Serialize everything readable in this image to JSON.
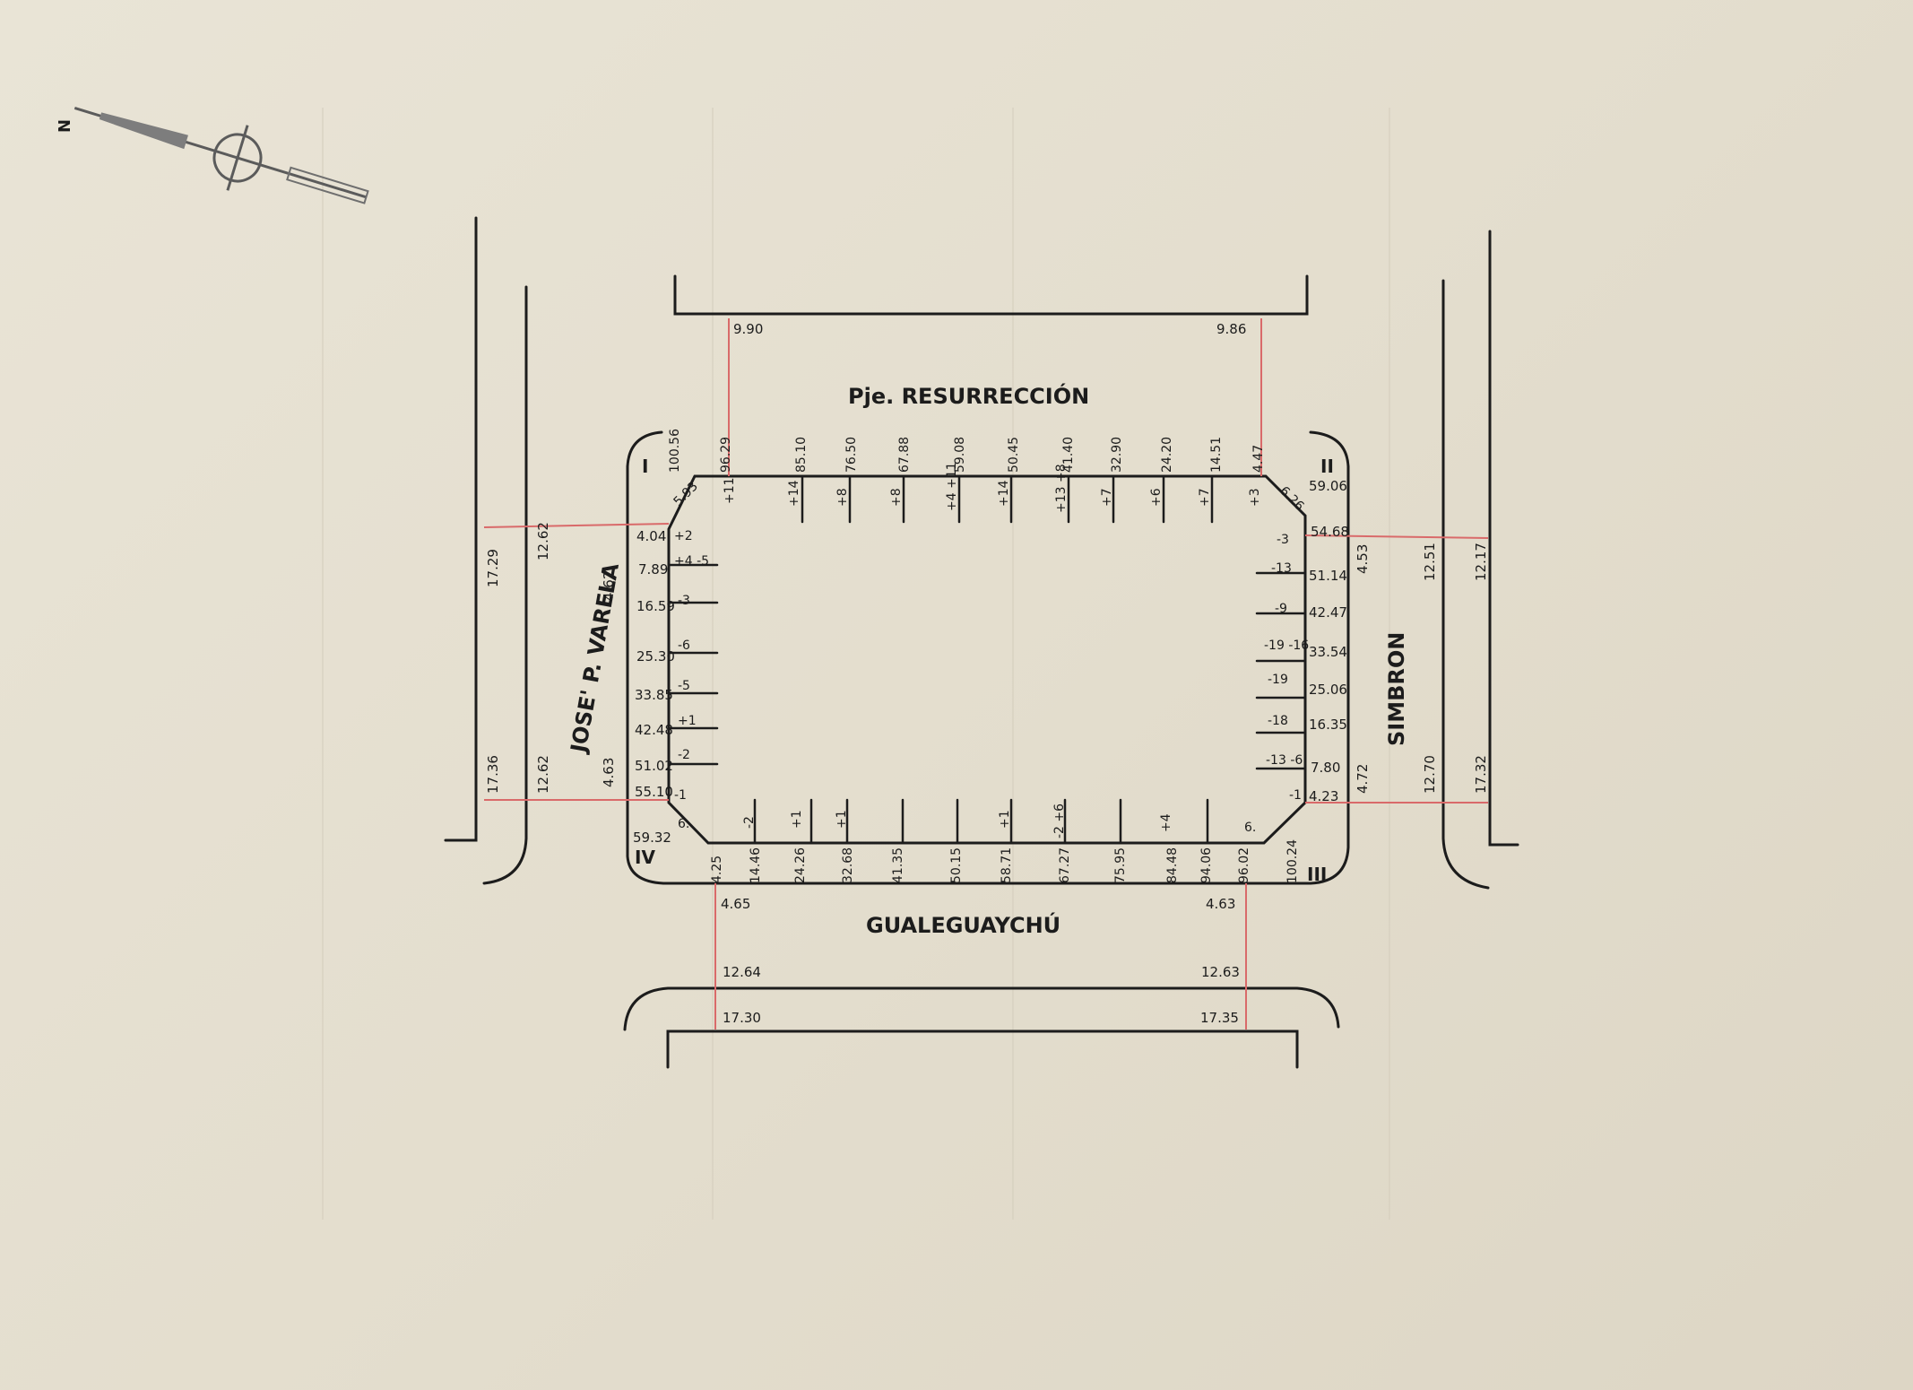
{
  "streets": {
    "north": "Pje. RESURRECCIÓN",
    "south": "GUALEGUAYCHÚ",
    "west": "JOSE' P. VARELA",
    "east": "SIMBRON"
  },
  "corners": {
    "c1": "I",
    "c2": "II",
    "c3": "III",
    "c4": "IV"
  },
  "compass": {
    "north_letter": "N"
  },
  "north_street": {
    "left_dist": "9.90",
    "right_dist": "9.86"
  },
  "south_street": {
    "left_465": "4.65",
    "right_463": "4.63",
    "left_1264": "12.64",
    "right_1263": "12.63",
    "left_1730": "17.30",
    "right_1735": "17.35"
  },
  "west_street": {
    "top_1729": "17.29",
    "top_1262": "12.62",
    "top_462": "4.62",
    "bot_1736": "17.36",
    "bot_1262": "12.62",
    "bot_463": "4.63"
  },
  "east_street": {
    "top_453": "4.53",
    "top_1251": "12.51",
    "top_1217": "12.17",
    "bot_472": "4.72",
    "bot_1270": "12.70",
    "bot_1732": "17.32"
  },
  "north_side": [
    {
      "pos": "100.56",
      "off": ""
    },
    {
      "pos": "96.29",
      "off": "+11"
    },
    {
      "pos": "85.10",
      "off": "+14"
    },
    {
      "pos": "76.50",
      "off": "+8"
    },
    {
      "pos": "67.88",
      "off": "+8"
    },
    {
      "pos": "59.08",
      "off": "+4 +11"
    },
    {
      "pos": "50.45",
      "off": "+14"
    },
    {
      "pos": "41.40",
      "off": "+13 +8"
    },
    {
      "pos": "32.90",
      "off": "+7"
    },
    {
      "pos": "24.20",
      "off": "+6"
    },
    {
      "pos": "14.51",
      "off": "+7"
    },
    {
      "pos": "4.47",
      "off": "+3"
    }
  ],
  "west_side": [
    {
      "pos": "4.04",
      "off": "+2"
    },
    {
      "pos": "7.89",
      "off": "+4 -5"
    },
    {
      "pos": "16.59",
      "off": "-3"
    },
    {
      "pos": "25.30",
      "off": "-6"
    },
    {
      "pos": "33.85",
      "off": "-5"
    },
    {
      "pos": "42.48",
      "off": "+1"
    },
    {
      "pos": "51.02",
      "off": "-2"
    },
    {
      "pos": "55.10",
      "off": "-1"
    },
    {
      "pos": "59.32",
      "off": ""
    }
  ],
  "east_side": [
    {
      "pos": "59.06",
      "off": ""
    },
    {
      "pos": "54.68",
      "off": "-3"
    },
    {
      "pos": "51.14",
      "off": "-13"
    },
    {
      "pos": "42.47",
      "off": "-9"
    },
    {
      "pos": "33.54",
      "off": "-19 -16"
    },
    {
      "pos": "25.06",
      "off": "-19"
    },
    {
      "pos": "16.35",
      "off": "-18"
    },
    {
      "pos": "7.80",
      "off": "-13 -6"
    },
    {
      "pos": "4.23",
      "off": "-1"
    }
  ],
  "south_side": [
    {
      "pos": "4.25",
      "off": ""
    },
    {
      "pos": "14.46",
      "off": "-2"
    },
    {
      "pos": "24.26",
      "off": "+1"
    },
    {
      "pos": "32.68",
      "off": "+1"
    },
    {
      "pos": "41.35",
      "off": ""
    },
    {
      "pos": "50.15",
      "off": ""
    },
    {
      "pos": "58.71",
      "off": "+1"
    },
    {
      "pos": "67.27",
      "off": "-2 +6"
    },
    {
      "pos": "75.95",
      "off": ""
    },
    {
      "pos": "84.48",
      "off": "+4"
    },
    {
      "pos": "94.06",
      "off": ""
    },
    {
      "pos": "96.02",
      "off": ""
    },
    {
      "pos": "100.24",
      "off": ""
    }
  ],
  "chamfers": {
    "c1": "5.93",
    "c2": "6.26",
    "c3": "6.",
    "c4": "6."
  }
}
